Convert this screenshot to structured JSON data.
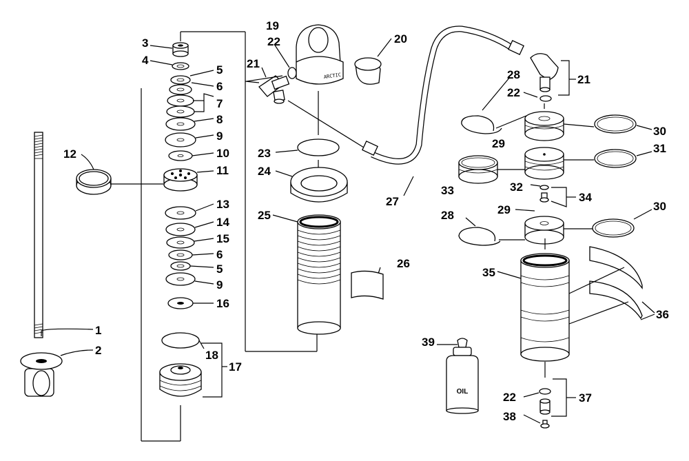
{
  "diagram": {
    "callouts": [
      {
        "id": "c1",
        "text": "1"
      },
      {
        "id": "c2",
        "text": "2"
      },
      {
        "id": "c3",
        "text": "3"
      },
      {
        "id": "c4",
        "text": "4"
      },
      {
        "id": "c5a",
        "text": "5"
      },
      {
        "id": "c6a",
        "text": "6"
      },
      {
        "id": "c7",
        "text": "7"
      },
      {
        "id": "c8",
        "text": "8"
      },
      {
        "id": "c9a",
        "text": "9"
      },
      {
        "id": "c10",
        "text": "10"
      },
      {
        "id": "c11",
        "text": "11"
      },
      {
        "id": "c12",
        "text": "12"
      },
      {
        "id": "c13",
        "text": "13"
      },
      {
        "id": "c14",
        "text": "14"
      },
      {
        "id": "c15",
        "text": "15"
      },
      {
        "id": "c6b",
        "text": "6"
      },
      {
        "id": "c5b",
        "text": "5"
      },
      {
        "id": "c9b",
        "text": "9"
      },
      {
        "id": "c16",
        "text": "16"
      },
      {
        "id": "c17",
        "text": "17"
      },
      {
        "id": "c18",
        "text": "18"
      },
      {
        "id": "c19",
        "text": "19"
      },
      {
        "id": "c20",
        "text": "20"
      },
      {
        "id": "c21a",
        "text": "21"
      },
      {
        "id": "c22a",
        "text": "22"
      },
      {
        "id": "c23",
        "text": "23"
      },
      {
        "id": "c24",
        "text": "24"
      },
      {
        "id": "c25",
        "text": "25"
      },
      {
        "id": "c26",
        "text": "26"
      },
      {
        "id": "c27",
        "text": "27"
      },
      {
        "id": "c21b",
        "text": "21"
      },
      {
        "id": "c22b",
        "text": "22"
      },
      {
        "id": "c28a",
        "text": "28"
      },
      {
        "id": "c29a",
        "text": "29"
      },
      {
        "id": "c30a",
        "text": "30"
      },
      {
        "id": "c31",
        "text": "31"
      },
      {
        "id": "c33",
        "text": "33"
      },
      {
        "id": "c32",
        "text": "32"
      },
      {
        "id": "c34",
        "text": "34"
      },
      {
        "id": "c28b",
        "text": "28"
      },
      {
        "id": "c29b",
        "text": "29"
      },
      {
        "id": "c30b",
        "text": "30"
      },
      {
        "id": "c35",
        "text": "35"
      },
      {
        "id": "c36",
        "text": "36"
      },
      {
        "id": "c39",
        "text": "39"
      },
      {
        "id": "c22c",
        "text": "22"
      },
      {
        "id": "c37",
        "text": "37"
      },
      {
        "id": "c38",
        "text": "38"
      }
    ],
    "bottle_label": "OIL"
  }
}
